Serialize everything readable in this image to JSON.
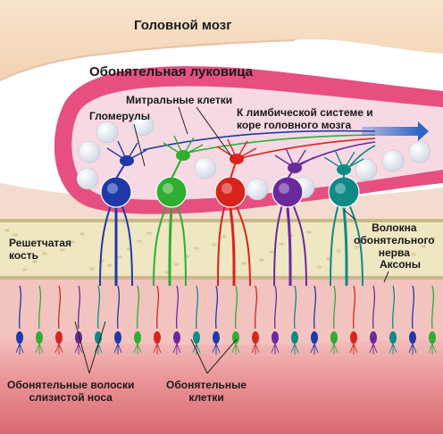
{
  "labels": {
    "brain": "Головной мозг",
    "bulb": "Обонятельная луковица",
    "mitral_cells": "Митральные клетки",
    "glomeruli": "Гломерулы",
    "limbic_line1": "К лимбической системе и",
    "limbic_line2": "коре головного мозга",
    "ethmoid_line1": "Решетчатая",
    "ethmoid_line2": "кость",
    "fibers_line1": "Волокна",
    "fibers_line2": "обонятельного",
    "fibers_line3": "нерва",
    "axons": "Аксоны",
    "hairs_line1": "Обонятельные волоски",
    "hairs_line2": "слизистой носа",
    "cells_line1": "Обонятельные",
    "cells_line2": "клетки"
  },
  "colors": {
    "pathway_blue": "#1e3aa8",
    "pathway_green": "#2fae2f",
    "pathway_red": "#d8241c",
    "pathway_purple": "#6a2a9c",
    "pathway_teal": "#0f8a86",
    "bulb_pink": "#e64f7f",
    "brain_skin": "#f6dcc2",
    "bone": "#efe6c2",
    "mucosa": "#e8a0a6",
    "arrow_blue": "#2c67c8"
  }
}
